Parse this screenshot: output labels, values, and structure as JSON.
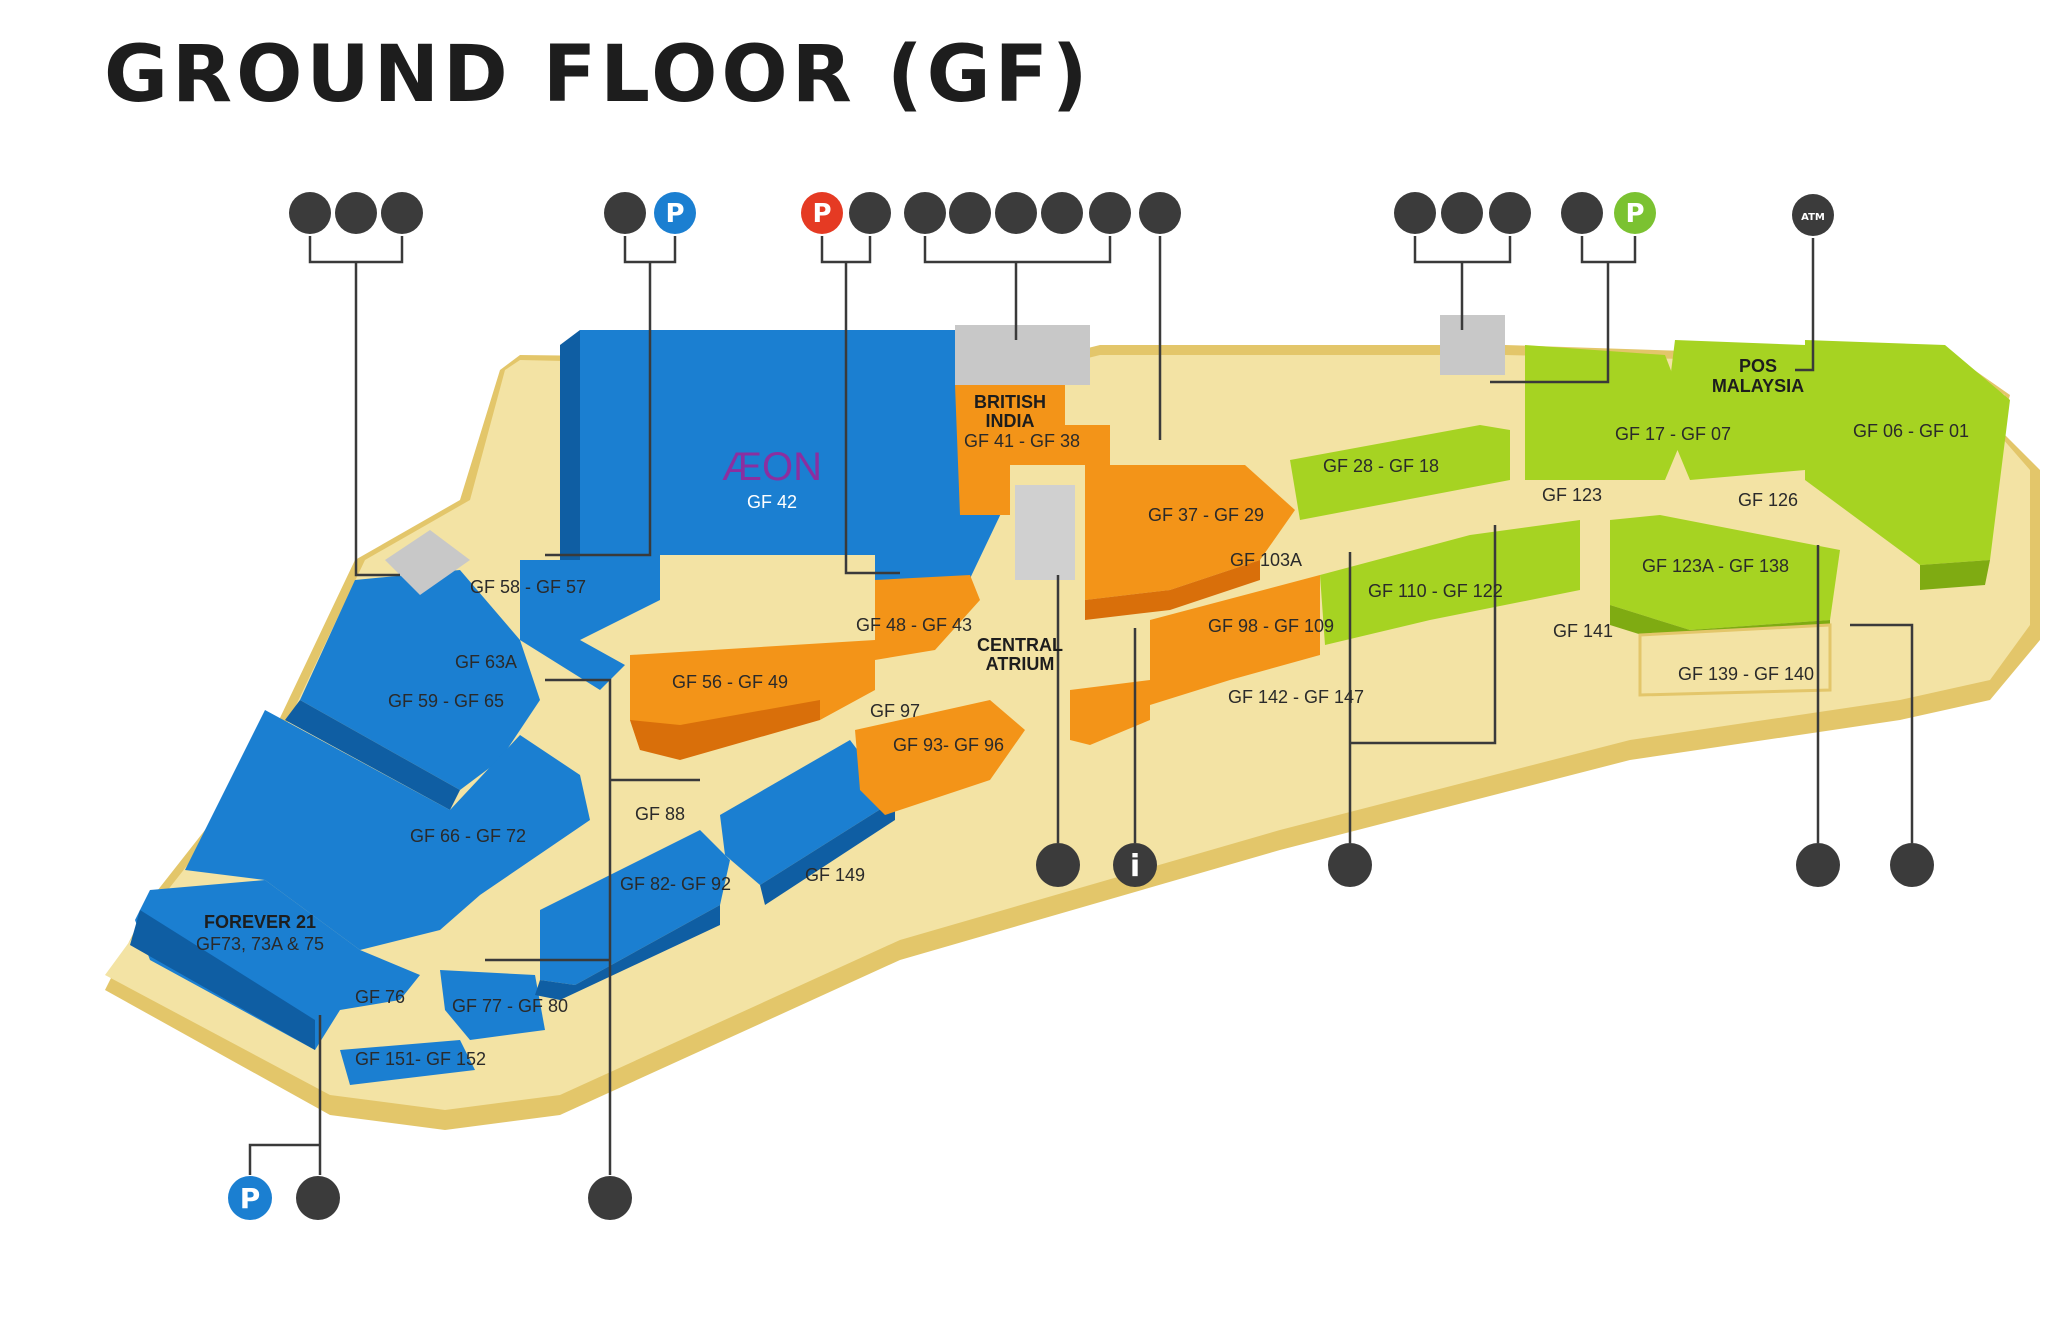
{
  "title": "GROUND FLOOR (GF)",
  "colors": {
    "background": "#ffffff",
    "walkway": "#f3e3a4",
    "walkway_edge": "#e3c66a",
    "zone_blue": "#1b7fd1",
    "zone_blue_dark": "#0f5ea3",
    "zone_orange": "#f39418",
    "zone_orange_dark": "#d96f0a",
    "zone_green": "#a6d322",
    "zone_green_dark": "#7fab12",
    "facility_grey": "#c8c8c8",
    "icon_dark": "#3b3b3b",
    "parking_red": "#e53a23",
    "parking_blue": "#1b7fd1",
    "parking_green": "#7bc231",
    "aeon_purple": "#8b2fa0"
  },
  "stores": {
    "aeon_logo": "ÆON",
    "gf42": "GF 42",
    "gf58_57": "GF 58 - GF 57",
    "gf63a": "GF 63A",
    "gf59_65": "GF 59 - GF 65",
    "gf66_72": "GF 66 - GF 72",
    "forever21_name": "FOREVER 21",
    "forever21_units": "GF73, 73A & 75",
    "gf76": "GF 76",
    "gf77_80": "GF 77 - GF 80",
    "gf151_152": "GF 151- GF 152",
    "gf82_92": "GF 82- GF 92",
    "gf88": "GF 88",
    "gf149": "GF 149",
    "gf56_49": "GF 56 - GF 49",
    "gf97": "GF 97",
    "gf93_96": "GF 93- GF 96",
    "gf48_43": "GF 48 - GF 43",
    "british_india_1": "BRITISH",
    "british_india_2": "INDIA",
    "gf41_38": "GF 41 - GF 38",
    "central_atrium_1": "CENTRAL",
    "central_atrium_2": "ATRIUM",
    "gf37_29": "GF 37 - GF 29",
    "gf103a": "GF 103A",
    "gf98_109": "GF 98 - GF 109",
    "gf142_147": "GF 142 - GF 147",
    "gf28_18": "GF 28 - GF 18",
    "gf110_122": "GF 110 - GF 122",
    "gf123": "GF 123",
    "gf141": "GF 141",
    "gf17_07": "GF 17 - GF 07",
    "pos_1": "POS",
    "pos_2": "MALAYSIA",
    "gf06_01": "GF 06 - GF 01",
    "gf126": "GF 126",
    "gf123a_138": "GF 123A - GF 138",
    "gf139_140": "GF 139 - GF 140"
  },
  "icons": {
    "parking": "P",
    "info": "i",
    "atm": "ATM"
  },
  "top_icon_groups": [
    {
      "id": "g1",
      "icons": [
        "male-toilet-icon",
        "family-toilet-icon",
        "accessible-toilet-icon"
      ]
    },
    {
      "id": "g2",
      "icons": [
        "lift-icon",
        "parking-icon"
      ],
      "parking_color": "blue"
    },
    {
      "id": "g3",
      "icons": [
        "parking-icon",
        "lift-icon"
      ],
      "parking_color": "red"
    },
    {
      "id": "g4",
      "icons": [
        "male-toilet-icon",
        "family-toilet-icon",
        "accessible-toilet-icon",
        "baby-changing-icon",
        "nursing-room-icon"
      ]
    },
    {
      "id": "g5",
      "icons": [
        "luggage-storage-icon"
      ]
    },
    {
      "id": "g6",
      "icons": [
        "male-toilet-icon",
        "family-toilet-icon",
        "accessible-toilet-icon"
      ]
    },
    {
      "id": "g7",
      "icons": [
        "lift-icon",
        "parking-icon"
      ],
      "parking_color": "green"
    },
    {
      "id": "g8",
      "icons": [
        "atm-icon"
      ]
    }
  ],
  "bottom_icons": [
    "escalator-icon",
    "info-icon",
    "escalator-icon",
    "escalator-icon",
    "lift-icon",
    "parking-icon",
    "lift-icon",
    "escalator-icon"
  ]
}
